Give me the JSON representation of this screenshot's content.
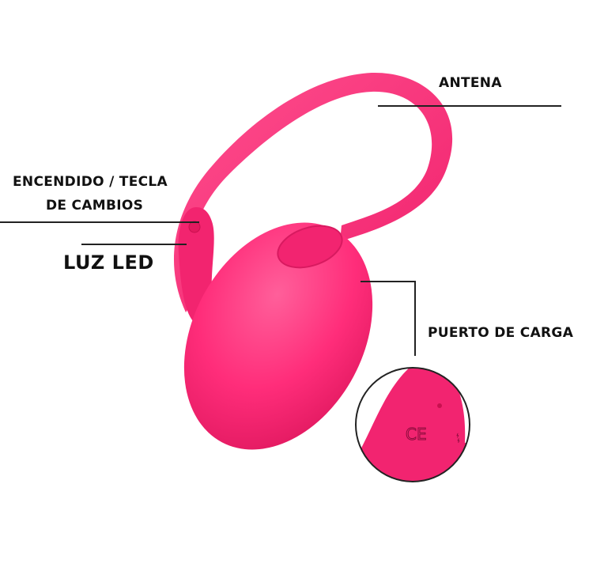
{
  "labels": {
    "antenna": "ANTENA",
    "power_line1": "ENCENDIDO / TECLA",
    "power_line2": "DE CAMBIOS",
    "led": "LUZ LED",
    "charging_port": "PUERTO DE CARGA"
  },
  "device": {
    "color": "#ff2d7a",
    "color_dark": "#e01a63",
    "color_light": "#ff5f9a"
  },
  "callout_lines_color": "#222222",
  "inset": {
    "marking": "CE"
  }
}
